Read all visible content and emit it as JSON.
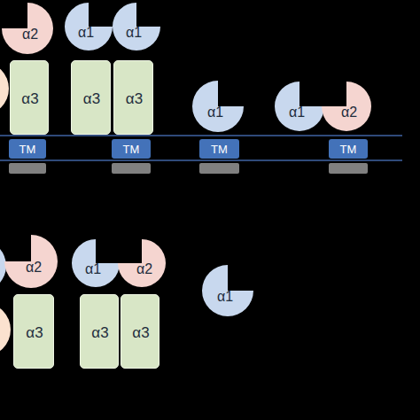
{
  "diagram": {
    "nodes": [
      {
        "text": [
          "α2"
        ]
      },
      {
        "text": [
          "α3"
        ]
      },
      {
        "text": [
          "TM"
        ]
      },
      {
        "text": [
          "α1"
        ]
      },
      {
        "text": [
          "α1"
        ]
      },
      {
        "text": [
          "α3"
        ]
      },
      {
        "text": [
          "α3"
        ]
      },
      {
        "text": [
          "TM"
        ]
      },
      {
        "text": [
          "α1"
        ]
      },
      {
        "text": [
          "TM"
        ]
      },
      {
        "text": [
          "α1"
        ]
      },
      {
        "text": [
          "α2"
        ]
      },
      {
        "text": [
          "TM"
        ]
      },
      {
        "text": [
          "α2"
        ]
      },
      {
        "text": [
          "α3"
        ]
      },
      {
        "text": [
          "α1"
        ]
      },
      {
        "text": [
          "α2"
        ]
      },
      {
        "text": [
          "α3"
        ]
      },
      {
        "text": [
          "α3"
        ]
      },
      {
        "text": [
          "α1"
        ]
      }
    ]
  }
}
